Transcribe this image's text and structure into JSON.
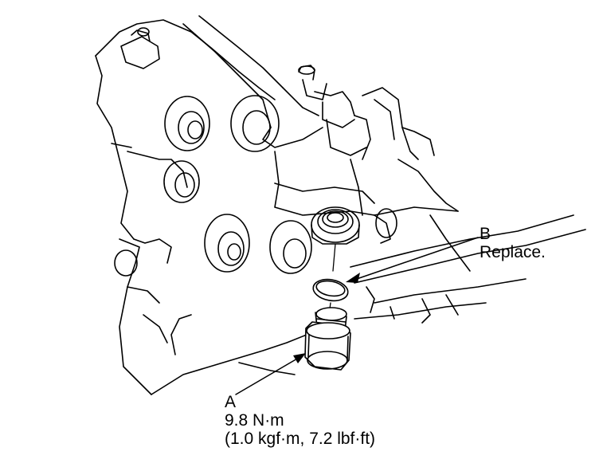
{
  "callouts": {
    "b": {
      "letter": "B",
      "note": "Replace."
    },
    "a": {
      "letter": "A",
      "torque_nm": "9.8 N·m",
      "torque_alt": "(1.0 kgf·m, 7.2 lbf·ft)"
    }
  },
  "colors": {
    "line": "#000000",
    "fill": "#ffffff"
  },
  "icons": {
    "plug": "plug-bolt-icon",
    "o_ring": "o-ring-icon"
  }
}
